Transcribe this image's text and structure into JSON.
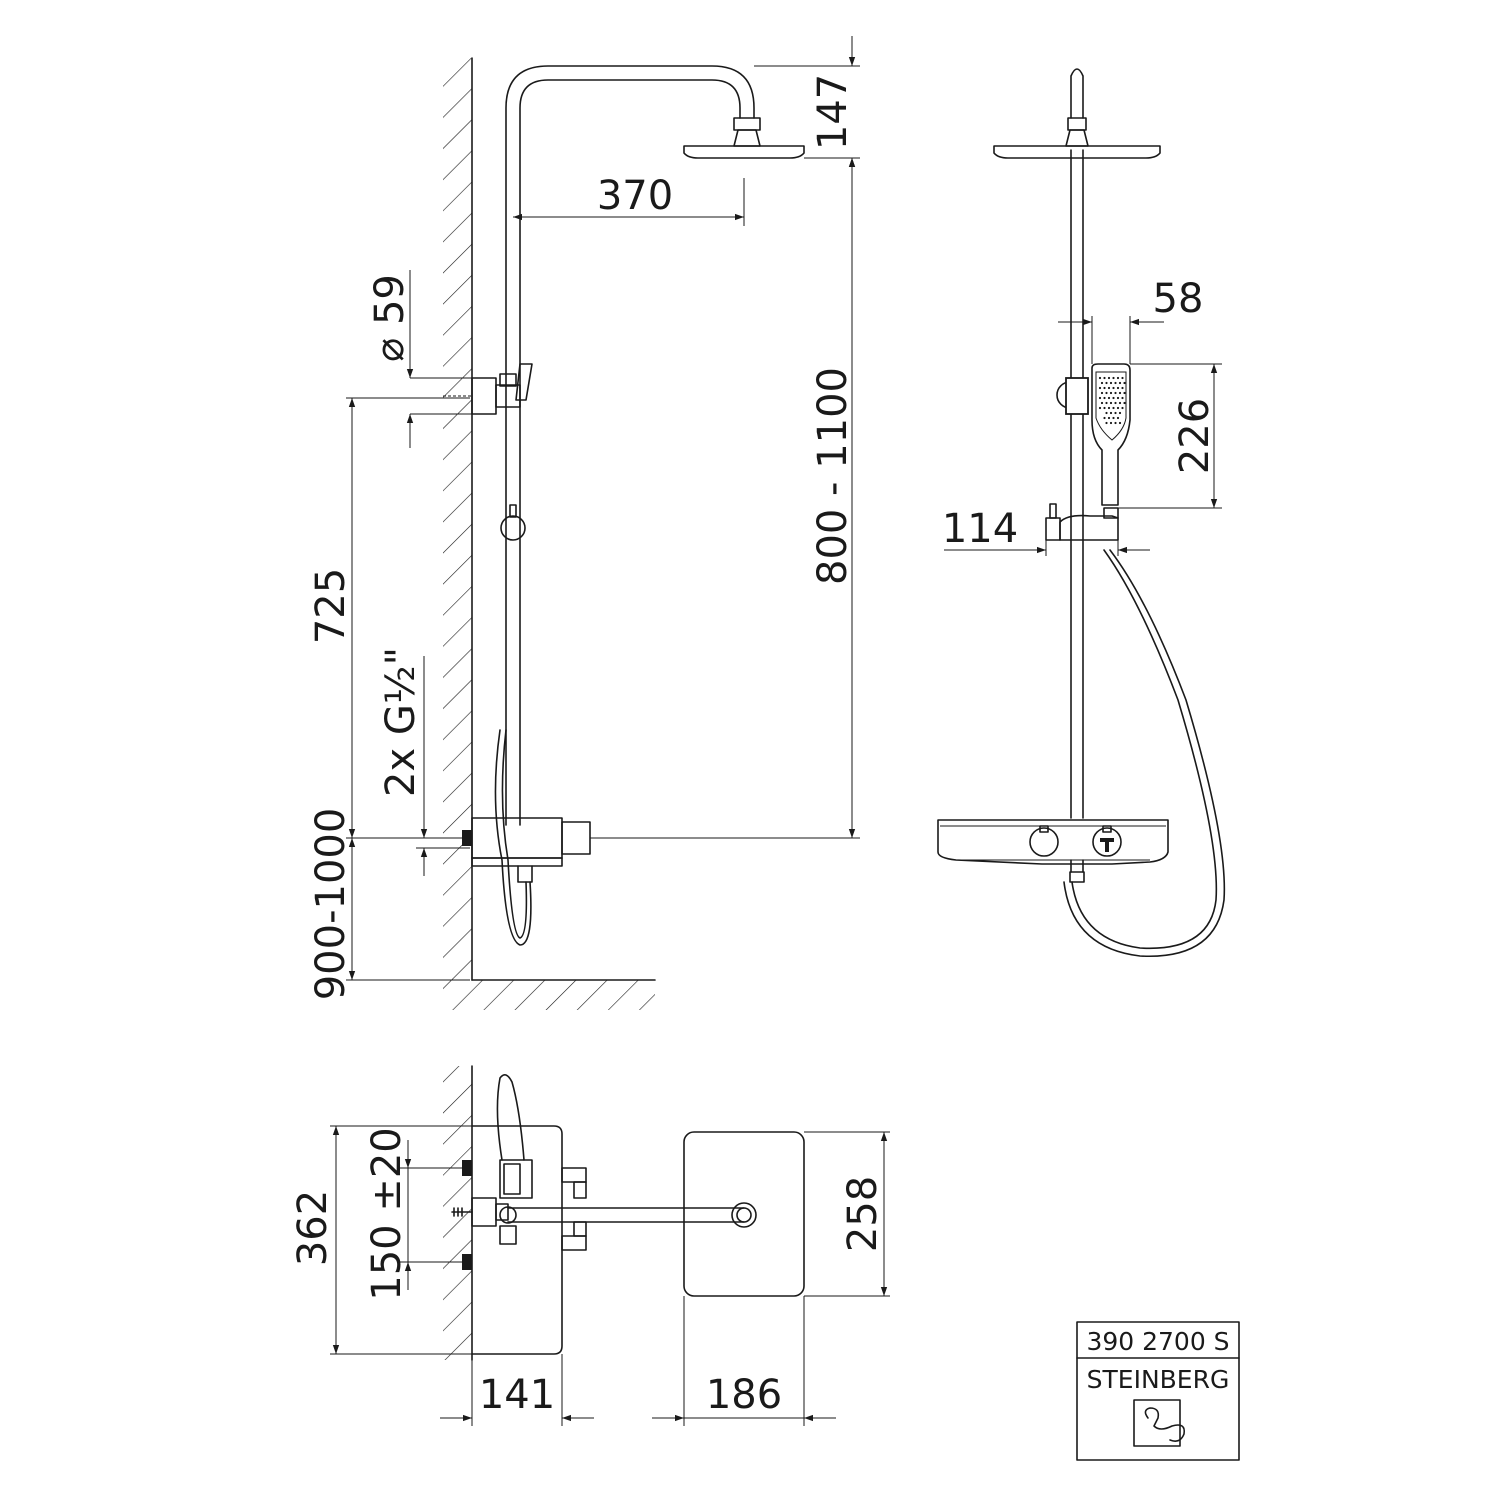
{
  "drawing": {
    "dimensions": {
      "head_height": "147",
      "head_projection": "370",
      "wall_bracket_diameter": "⌀ 59",
      "hand_shower_width": "58",
      "hand_shower_length": "226",
      "holder_offset": "114",
      "rail_height": "800 - 1100",
      "inlet_to_bracket": "725",
      "inlet_connection": "2x G½\"",
      "inlet_height": "900-1000",
      "plan_total_width": "362",
      "inlet_spacing": "150 ±20",
      "shelf_width": "258",
      "plan_depth": "141",
      "head_diameter": "186"
    },
    "title_block": {
      "article_number": "390 2700 S",
      "brand": "STEINBERG"
    },
    "icons": [
      "hatch-wall",
      "showerhead",
      "hand-shower",
      "thermostat-knob",
      "hose",
      "brand-logo-icon"
    ]
  }
}
